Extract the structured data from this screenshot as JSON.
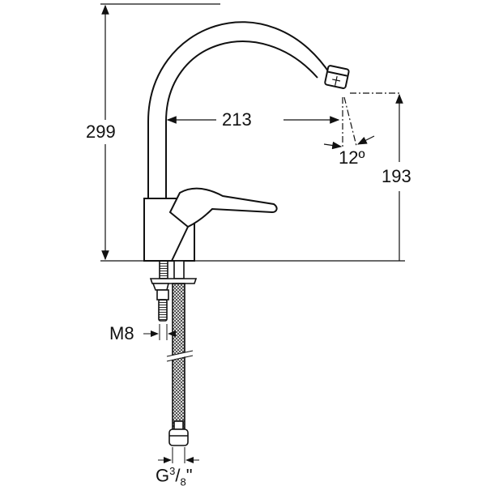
{
  "drawing": {
    "dimensions": {
      "total_height": "299",
      "reach": "213",
      "spout_angle": "12º",
      "spout_height": "193",
      "rod_thread": "M8",
      "hose_thread_main": "G",
      "hose_thread_num": "3",
      "hose_thread_sep": "/",
      "hose_thread_den": "8",
      "hose_thread_unit": "\""
    }
  }
}
